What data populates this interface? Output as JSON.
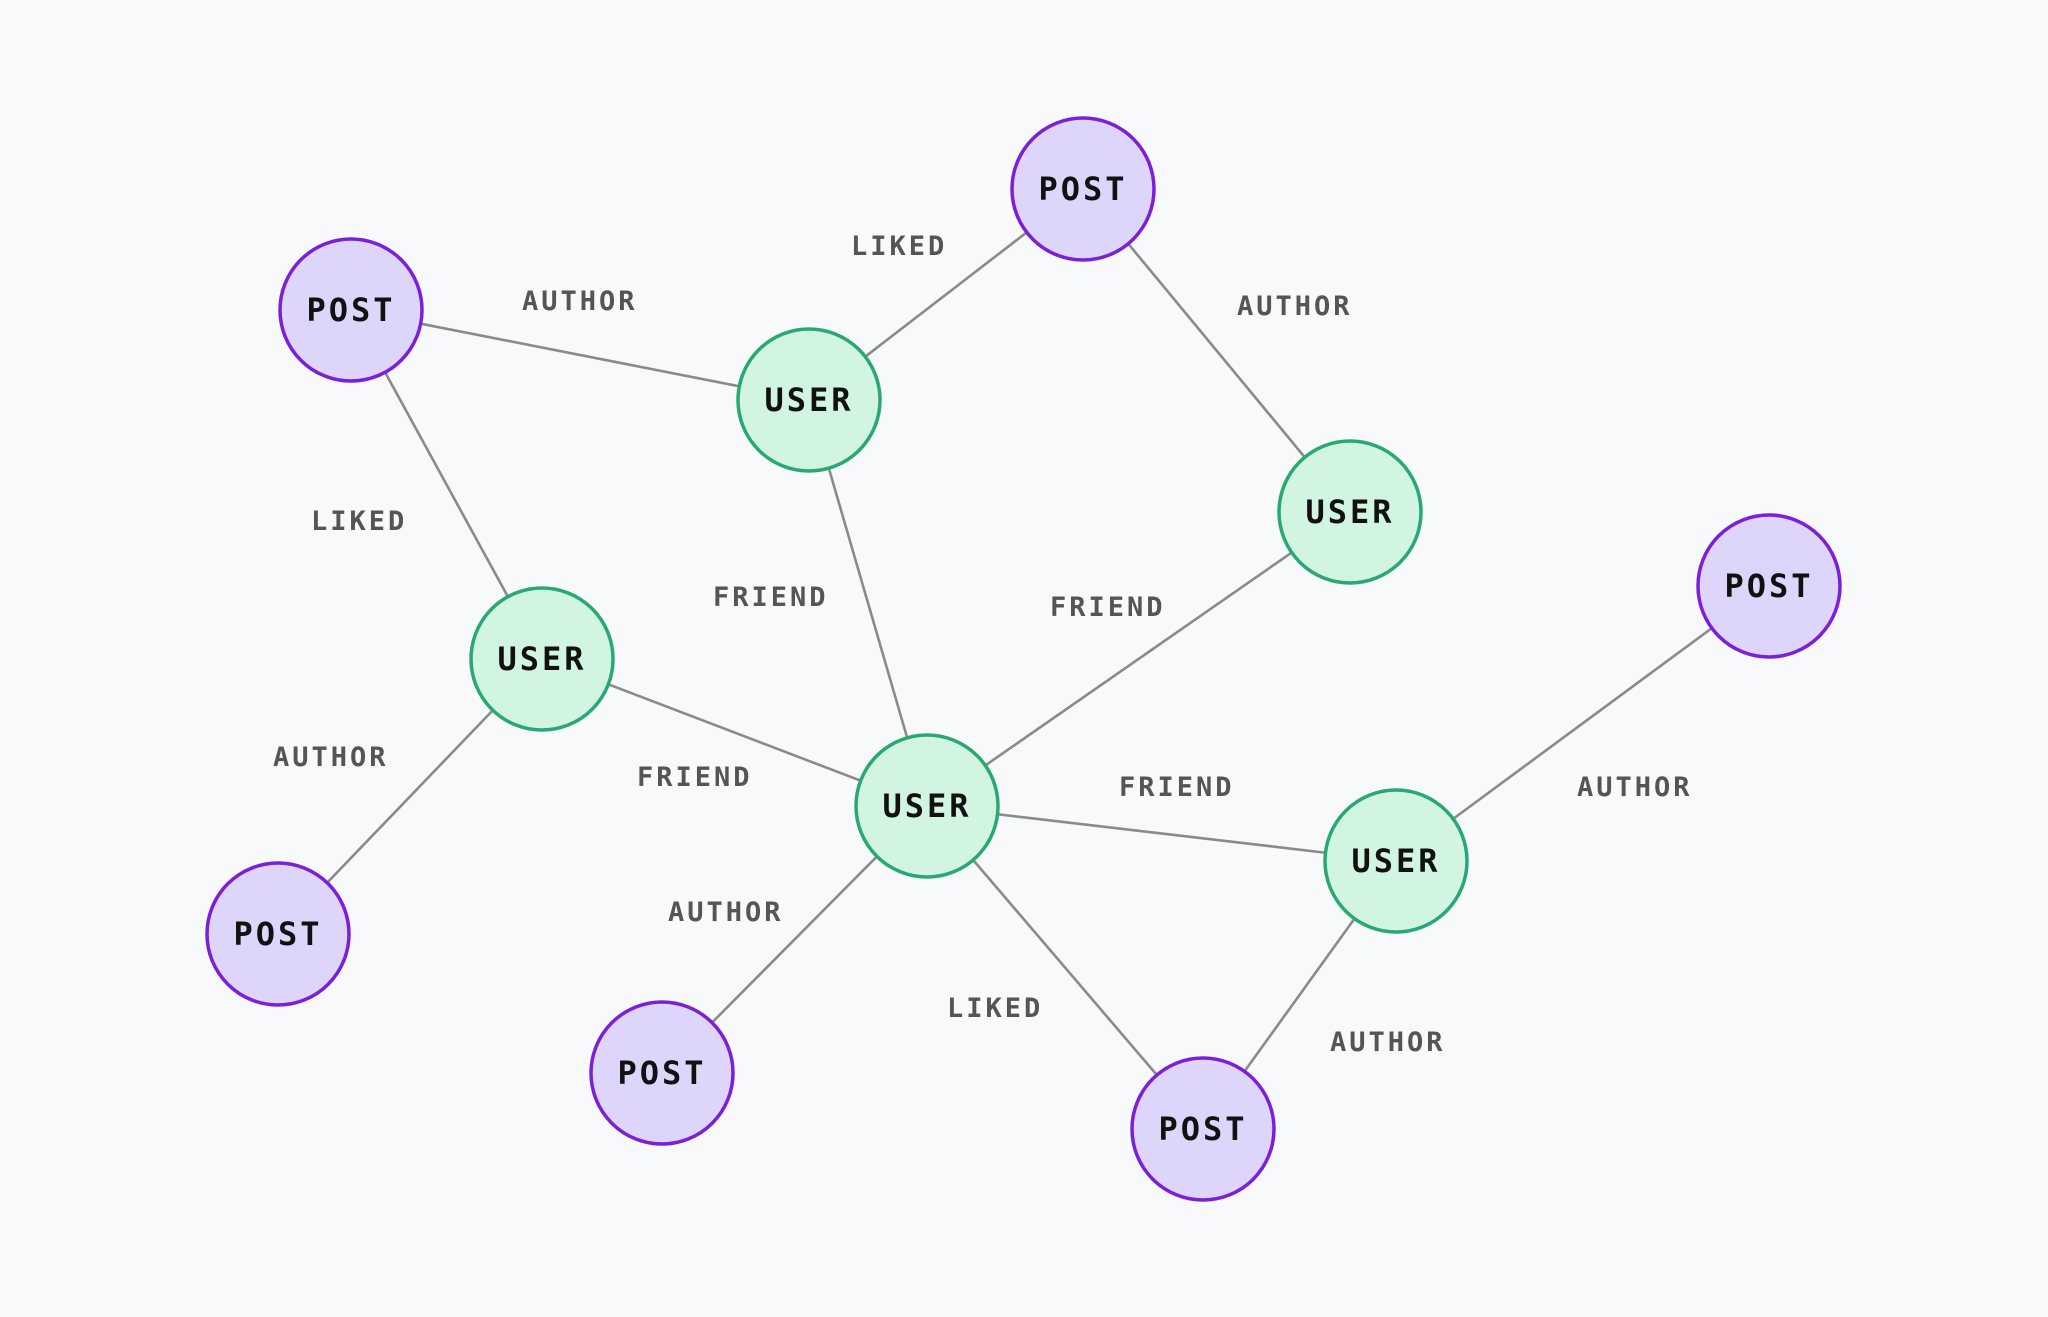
{
  "diagram": {
    "background_color": "#f8f9fb",
    "edge_color": "#8a8a8a",
    "node_styles": {
      "user": {
        "fill": "#d2f5e1",
        "stroke": "#27a874"
      },
      "post": {
        "fill": "#ded5fb",
        "stroke": "#7b1fd9"
      }
    },
    "nodes": [
      {
        "id": "post-1",
        "type": "post",
        "label": "POST"
      },
      {
        "id": "post-2",
        "type": "post",
        "label": "POST"
      },
      {
        "id": "user-1",
        "type": "user",
        "label": "USER"
      },
      {
        "id": "user-2",
        "type": "user",
        "label": "USER"
      },
      {
        "id": "user-3",
        "type": "user",
        "label": "USER"
      },
      {
        "id": "post-3",
        "type": "post",
        "label": "POST"
      },
      {
        "id": "user-center",
        "type": "user",
        "label": "USER"
      },
      {
        "id": "user-4",
        "type": "user",
        "label": "USER"
      },
      {
        "id": "post-4",
        "type": "post",
        "label": "POST"
      },
      {
        "id": "post-5",
        "type": "post",
        "label": "POST"
      },
      {
        "id": "post-6",
        "type": "post",
        "label": "POST"
      }
    ],
    "edges": [
      {
        "id": "e1",
        "from": "post-1",
        "to": "user-1",
        "label": "AUTHOR"
      },
      {
        "id": "e2",
        "from": "user-1",
        "to": "post-2",
        "label": "LIKED"
      },
      {
        "id": "e3",
        "from": "post-2",
        "to": "user-2",
        "label": "AUTHOR"
      },
      {
        "id": "e4",
        "from": "post-1",
        "to": "user-3",
        "label": "LIKED"
      },
      {
        "id": "e5",
        "from": "user-1",
        "to": "user-center",
        "label": "FRIEND"
      },
      {
        "id": "e6",
        "from": "user-2",
        "to": "user-center",
        "label": "FRIEND"
      },
      {
        "id": "e7",
        "from": "user-3",
        "to": "user-center",
        "label": "FRIEND"
      },
      {
        "id": "e8",
        "from": "user-3",
        "to": "post-3",
        "label": "AUTHOR"
      },
      {
        "id": "e9",
        "from": "user-center",
        "to": "user-4",
        "label": "FRIEND"
      },
      {
        "id": "e10",
        "from": "user-center",
        "to": "post-5",
        "label": "AUTHOR"
      },
      {
        "id": "e11",
        "from": "user-center",
        "to": "post-6",
        "label": "LIKED"
      },
      {
        "id": "e12",
        "from": "user-4",
        "to": "post-4",
        "label": "AUTHOR"
      },
      {
        "id": "e13",
        "from": "user-4",
        "to": "post-6",
        "label": "AUTHOR"
      }
    ]
  }
}
